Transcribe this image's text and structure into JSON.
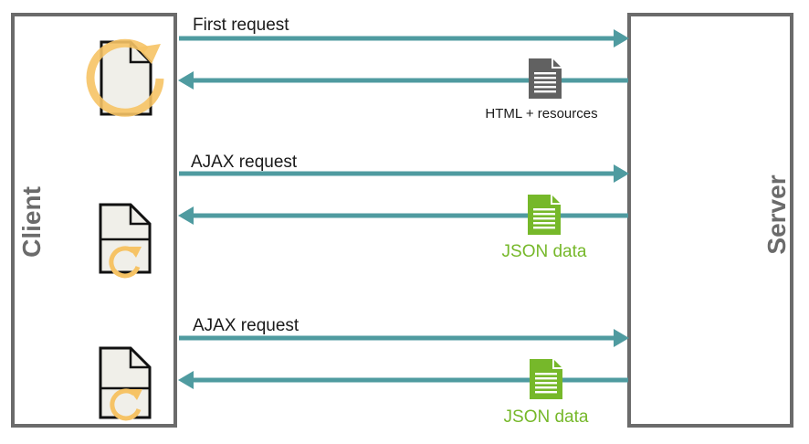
{
  "client": {
    "label": "Client"
  },
  "server": {
    "label": "Server"
  },
  "colors": {
    "box_border": "#6b6b6b",
    "arrow": "#4f9ba0",
    "html_doc": "#616161",
    "json_doc": "#76b82a",
    "reload": "#f6c365",
    "page_fill": "#f0efe9"
  },
  "exchanges": [
    {
      "request_label": "First request",
      "response_label": "HTML + resources",
      "response_icon": "html-document-icon",
      "client_icon": "full-page-reload-icon"
    },
    {
      "request_label": "AJAX request",
      "response_label": "JSON data",
      "response_icon": "json-document-icon",
      "client_icon": "partial-page-update-icon"
    },
    {
      "request_label": "AJAX request",
      "response_label": "JSON data",
      "response_icon": "json-document-icon",
      "client_icon": "partial-page-update-icon"
    }
  ]
}
